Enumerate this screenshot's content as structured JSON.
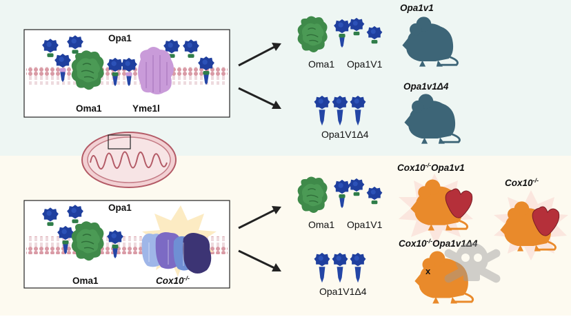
{
  "top_panel": {
    "box_labels": {
      "opa1": "Opa1",
      "oma1": "Oma1",
      "yme1l": "Yme1l"
    },
    "outcome_1": {
      "labels": [
        "Oma1",
        "Opa1V1"
      ],
      "mouse_label": "Opa1v1"
    },
    "outcome_2": {
      "labels": [
        "Opa1V1Δ4"
      ],
      "mouse_label": "Opa1v1Δ4"
    }
  },
  "bottom_panel": {
    "box_labels": {
      "opa1": "Opa1",
      "oma1": "Oma1",
      "cox10": "Cox10",
      "cox10_sup": "-/-"
    },
    "outcome_1": {
      "labels": [
        "Oma1",
        "Opa1V1"
      ],
      "mouse_label": "Cox10",
      "mouse_label_sup": "-/-",
      "mouse_label_rest": "Opa1v1"
    },
    "outcome_2": {
      "labels": [
        "Opa1V1Δ4"
      ],
      "mouse_label": "Cox10",
      "mouse_label_sup": "-/-",
      "mouse_label_rest": "Opa1v1Δ4",
      "marker": "x"
    },
    "side_mouse": {
      "label": "Cox10",
      "label_sup": "-/-"
    }
  },
  "colors": {
    "top_bg": "#eef6f3",
    "bottom_bg": "#fdfaf0",
    "opa1_blue": "#1f3f9e",
    "oma1_green": "#3f8a4a",
    "yme1l_purple": "#c99bd9",
    "membrane_pink": "#d99aa5",
    "mouse_teal": "#3d6577",
    "mouse_orange": "#e98a2b",
    "heart_red": "#b5303a"
  }
}
